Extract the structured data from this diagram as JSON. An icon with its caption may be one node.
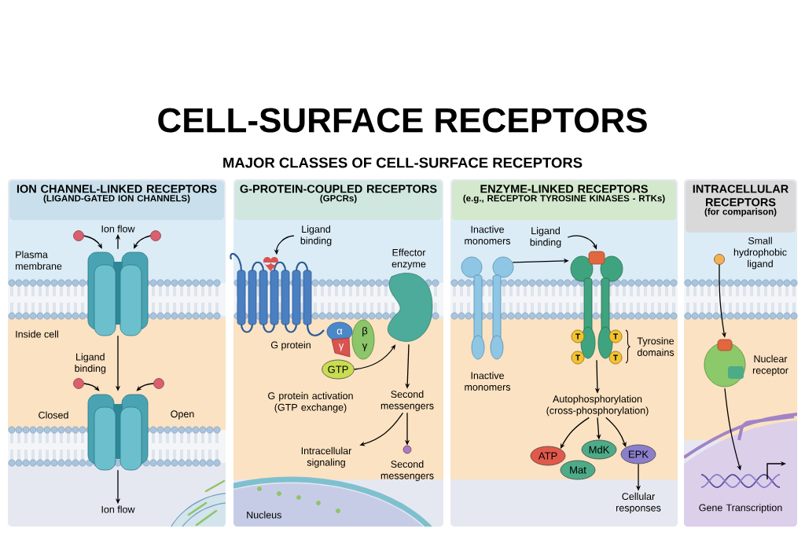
{
  "diagram": {
    "title": "CELL-SURFACE RECEPTORS",
    "nodes": [
      {
        "text": [
          "ION CHANNEL-LINKED RECEPTORS",
          "(LIGAND-GATED ION CHANNELS)"
        ]
      },
      {
        "text": [
          "G-PROTEIN-COUPLED RECEPTORS",
          "(GPCRs)"
        ]
      },
      {
        "text": [
          "ENZYME-LINKED RECEPTORS",
          "(e.g., RECEPTOR TYROSINE KINASES - RTKs)"
        ]
      },
      {
        "text": [
          "INTRACELLULAR RECEPTORS",
          "(for comparison)"
        ]
      },
      {
        "text": [],
        "shape": "picture",
        "in": 0
      },
      {
        "text": [],
        "shape": "picture",
        "in": 0
      },
      {
        "text": [
          "Ion flow"
        ],
        "in": 0
      },
      {
        "text": [
          "Ion flow"
        ],
        "in": 0
      },
      {
        "text": [],
        "shape": "circle",
        "in": 0
      },
      {
        "text": [],
        "shape": "circle",
        "in": 0
      },
      {
        "text": [],
        "shape": "circle",
        "in": 0
      },
      {
        "text": [],
        "shape": "circle",
        "in": 0
      },
      {
        "text": [],
        "shape": "picture",
        "in": 1
      },
      {
        "text": [
          "Ligand binding"
        ],
        "in": 1
      },
      {
        "text": [
          "α",
          "β",
          "γ",
          "γ"
        ],
        "in": 1
      },
      {
        "text": [
          "GTP"
        ],
        "beside": [
          "G protein activation (GTP exchange)"
        ],
        "in": 1
      },
      {
        "text": [
          "Effector enzyme"
        ],
        "in": 1
      },
      {
        "text": [
          "Second messengers"
        ],
        "in": 1
      },
      {
        "text": [
          "Intracellular signaling"
        ],
        "in": 1
      },
      {
        "text": [],
        "shape": "circle",
        "beside": [
          "Second messengers"
        ],
        "in": 1
      },
      {
        "text": [],
        "shape": "picture",
        "beside": [
          "Inactive monomers",
          "Inactive monomers"
        ],
        "in": 2
      },
      {
        "text": [],
        "shape": "picture",
        "in": 2
      },
      {
        "text": [
          "Ligand binding"
        ],
        "in": 2
      },
      {
        "text": [
          "T"
        ],
        "in": 21
      },
      {
        "text": [
          "T"
        ],
        "in": 21
      },
      {
        "text": [
          "T"
        ],
        "in": 21
      },
      {
        "text": [
          "T"
        ],
        "in": 21
      },
      {
        "text": [
          "Autophosphorylation (cross-phosphorylation)"
        ],
        "in": 2
      },
      {
        "text": [
          "ATP"
        ],
        "in": 2
      },
      {
        "text": [
          "MdK"
        ],
        "in": 2
      },
      {
        "text": [
          "Mat"
        ],
        "in": 2
      },
      {
        "text": [
          "EPK"
        ],
        "in": 2
      },
      {
        "text": [
          "Cellular responses"
        ],
        "in": 2
      },
      {
        "text": [],
        "shape": "circle",
        "beside": [
          "Small hydrophobic ligand"
        ],
        "in": 3
      },
      {
        "text": [],
        "shape": "picture",
        "beside": [
          "Nuclear receptor"
        ],
        "in": 3
      },
      {
        "text": [],
        "shape": "picture",
        "beside": [
          "Gene Transcription"
        ],
        "in": 3
      }
    ],
    "edges": [
      {
        "from": 4,
        "to": 6,
        "arrow": "to"
      },
      {
        "from": 8,
        "to": 4,
        "arrow": "to"
      },
      {
        "from": 9,
        "to": 4,
        "arrow": "to"
      },
      {
        "from": 4,
        "to": 5,
        "arrow": "to",
        "label": "Ligand binding"
      },
      {
        "from": 10,
        "to": 5,
        "arrow": "to"
      },
      {
        "from": 11,
        "to": 5,
        "arrow": "to"
      },
      {
        "from": 5,
        "to": 7,
        "arrow": "to"
      },
      {
        "from": 13,
        "to": 12,
        "arrow": "to"
      },
      {
        "from": 15,
        "to": 16,
        "arrow": "to"
      },
      {
        "from": 16,
        "to": 17,
        "arrow": "to"
      },
      {
        "from": 17,
        "to": 18,
        "arrow": "to"
      },
      {
        "from": 17,
        "to": 19,
        "arrow": "to"
      },
      {
        "from": 20,
        "to": 21,
        "arrow": "to"
      },
      {
        "from": 22,
        "to": 21,
        "arrow": "to"
      },
      {
        "from": 21,
        "to": 27,
        "arrow": "to"
      },
      {
        "from": 27,
        "to": 28,
        "arrow": "to"
      },
      {
        "from": 27,
        "to": 29,
        "arrow": "to"
      },
      {
        "from": 27,
        "to": 31,
        "arrow": "to"
      },
      {
        "from": 31,
        "to": 32,
        "arrow": "to"
      },
      {
        "from": 33,
        "to": 34,
        "arrow": "to"
      },
      {
        "from": 34,
        "to": 35,
        "arrow": "to"
      }
    ],
    "labels": [
      "MAJOR CLASSES OF CELL-SURFACE RECEPTORS",
      "Plasma membrane",
      "Inside cell",
      "Closed",
      "Open",
      "Nucleus",
      "Tyrosine domains",
      "G protein"
    ]
  }
}
